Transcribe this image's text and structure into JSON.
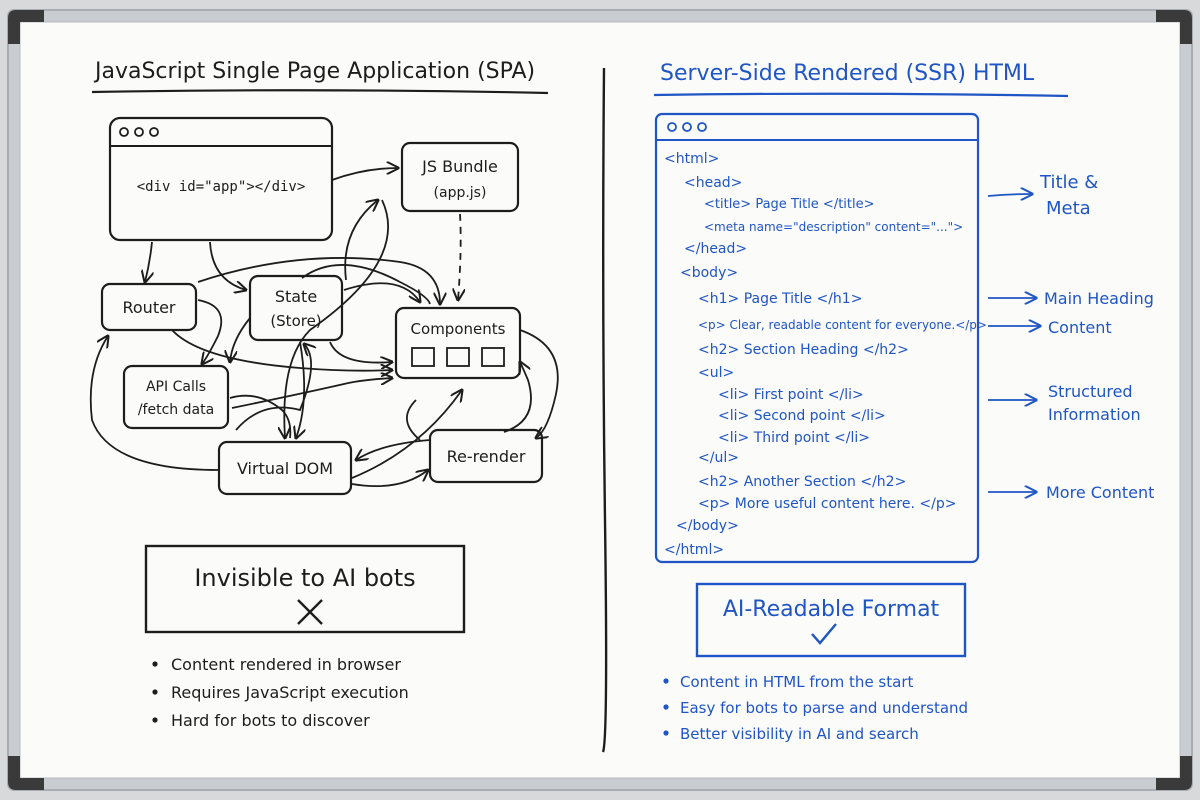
{
  "colors": {
    "ink_black": "#1d1d1d",
    "ink_blue": "#1f55c4",
    "board": "#fbfbf9",
    "frame": "#c9ccd0"
  },
  "spa": {
    "title": "JavaScript Single Page Application (SPA)",
    "browser_dots": "ooo",
    "browser_content": "<div id=\"app\"></div>",
    "nodes": {
      "js_bundle": "JS Bundle",
      "js_bundle_file": "(app.js)",
      "router": "Router",
      "state": "State",
      "state_sub": "(Store)",
      "components": "Components",
      "api_calls": "API Calls",
      "api_calls_sub": "/fetch data",
      "virtual_dom": "Virtual DOM",
      "re_render": "Re-render"
    },
    "verdict": "Invisible to AI bots",
    "verdict_icon": "cross-icon",
    "bullets": [
      "Content rendered in browser",
      "Requires JavaScript execution",
      "Hard for bots to discover"
    ]
  },
  "ssr": {
    "title": "Server-Side Rendered (SSR) HTML",
    "browser_dots": "ooo",
    "code_lines": [
      "<html>",
      "<head>",
      "<title> Page Title </title>",
      "<meta name=\"description\" content=\"...\">",
      "</head>",
      "<body>",
      "<h1> Page Title </h1>",
      "<p> Clear, readable content for everyone.</p>",
      "<h2> Section Heading </h2>",
      "<ul>",
      "<li> First point </li>",
      "<li> Second point </li>",
      "<li> Third point </li>",
      "</ul>",
      "<h2> Another Section </h2>",
      "<p> More useful content here. </p>",
      "</body>",
      "</html>"
    ],
    "annotations": {
      "title_meta": "Title &",
      "title_meta_2": "Meta",
      "main_heading": "Main Heading",
      "content": "Content",
      "structured": "Structured",
      "structured_2": "Information",
      "more_content": "More Content"
    },
    "verdict": "AI-Readable Format",
    "verdict_icon": "check-icon",
    "bullets": [
      "Content in HTML from the start",
      "Easy for bots to parse and understand",
      "Better visibility in AI and search"
    ]
  }
}
